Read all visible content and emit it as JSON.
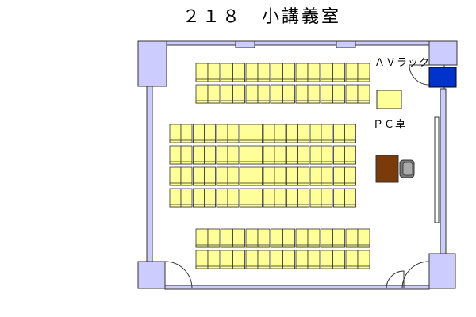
{
  "page": {
    "title": "２１８　小講義室"
  },
  "labels": {
    "av_rack": "ＡＶラック",
    "pc_desk": "ＰＣ卓"
  },
  "colors": {
    "wall_fill": "#ccccff",
    "seat_fill": "#ffff99",
    "av_rack_fill": "#0033cc",
    "lectern_fill": "#7a3a0a",
    "chair_fill": "#777777",
    "line": "#333333"
  },
  "seating": {
    "blocks": [
      {
        "name": "front",
        "rows": 2,
        "desk_columns": 7,
        "seats_per_desk": 2
      },
      {
        "name": "middle",
        "rows": 4,
        "desk_columns": 8,
        "seats_per_desk": 2
      },
      {
        "name": "back",
        "rows": 2,
        "desk_columns": 7,
        "seats_per_desk": 2
      }
    ]
  },
  "icons": [
    "door-swing-icon",
    "office-chair-icon"
  ]
}
